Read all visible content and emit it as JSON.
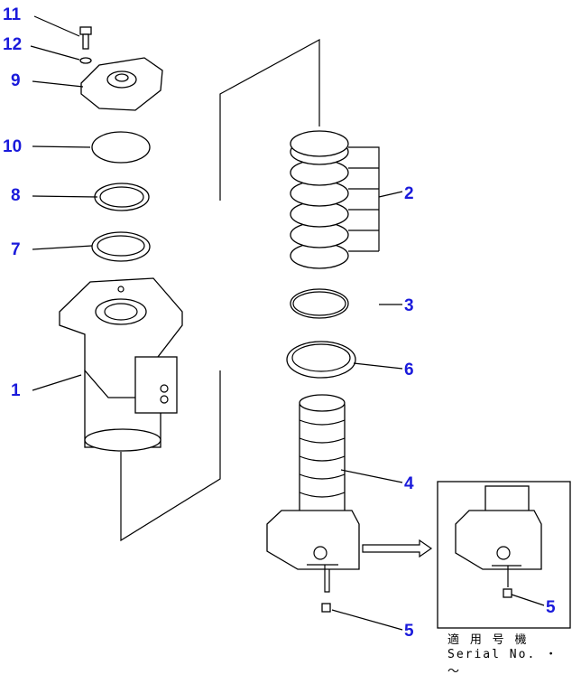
{
  "callouts": {
    "c11": "11",
    "c12": "12",
    "c9": "9",
    "c10": "10",
    "c8": "8",
    "c7": "7",
    "c1": "1",
    "c2": "2",
    "c3": "3",
    "c6": "6",
    "c4": "4",
    "c5": "5",
    "c5_inset": "5"
  },
  "inset": {
    "applicable_label": "適 用 号 機",
    "serial_label": "Serial No.  ・  ～"
  },
  "colors": {
    "callout": "#1a1adb",
    "lines": "#000000"
  }
}
